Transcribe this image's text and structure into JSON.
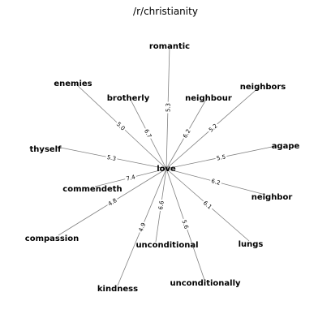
{
  "title": "/r/christianity",
  "center": {
    "label": "love"
  },
  "neighbors": [
    {
      "label": "romantic",
      "weight": "5.3"
    },
    {
      "label": "enemies",
      "weight": "5.0"
    },
    {
      "label": "brotherly",
      "weight": "6.7"
    },
    {
      "label": "neighbour",
      "weight": "6.2"
    },
    {
      "label": "neighbors",
      "weight": "5.2"
    },
    {
      "label": "thyself",
      "weight": "5.3"
    },
    {
      "label": "agape",
      "weight": "5.5"
    },
    {
      "label": "commendeth",
      "weight": "7.4"
    },
    {
      "label": "neighbor",
      "weight": "6.2"
    },
    {
      "label": "compassion",
      "weight": "4.8"
    },
    {
      "label": "unconditional",
      "weight": "6.6"
    },
    {
      "label": "lungs",
      "weight": "6.1"
    },
    {
      "label": "kindness",
      "weight": "4.9"
    },
    {
      "label": "unconditionally",
      "weight": "5.6"
    }
  ]
}
